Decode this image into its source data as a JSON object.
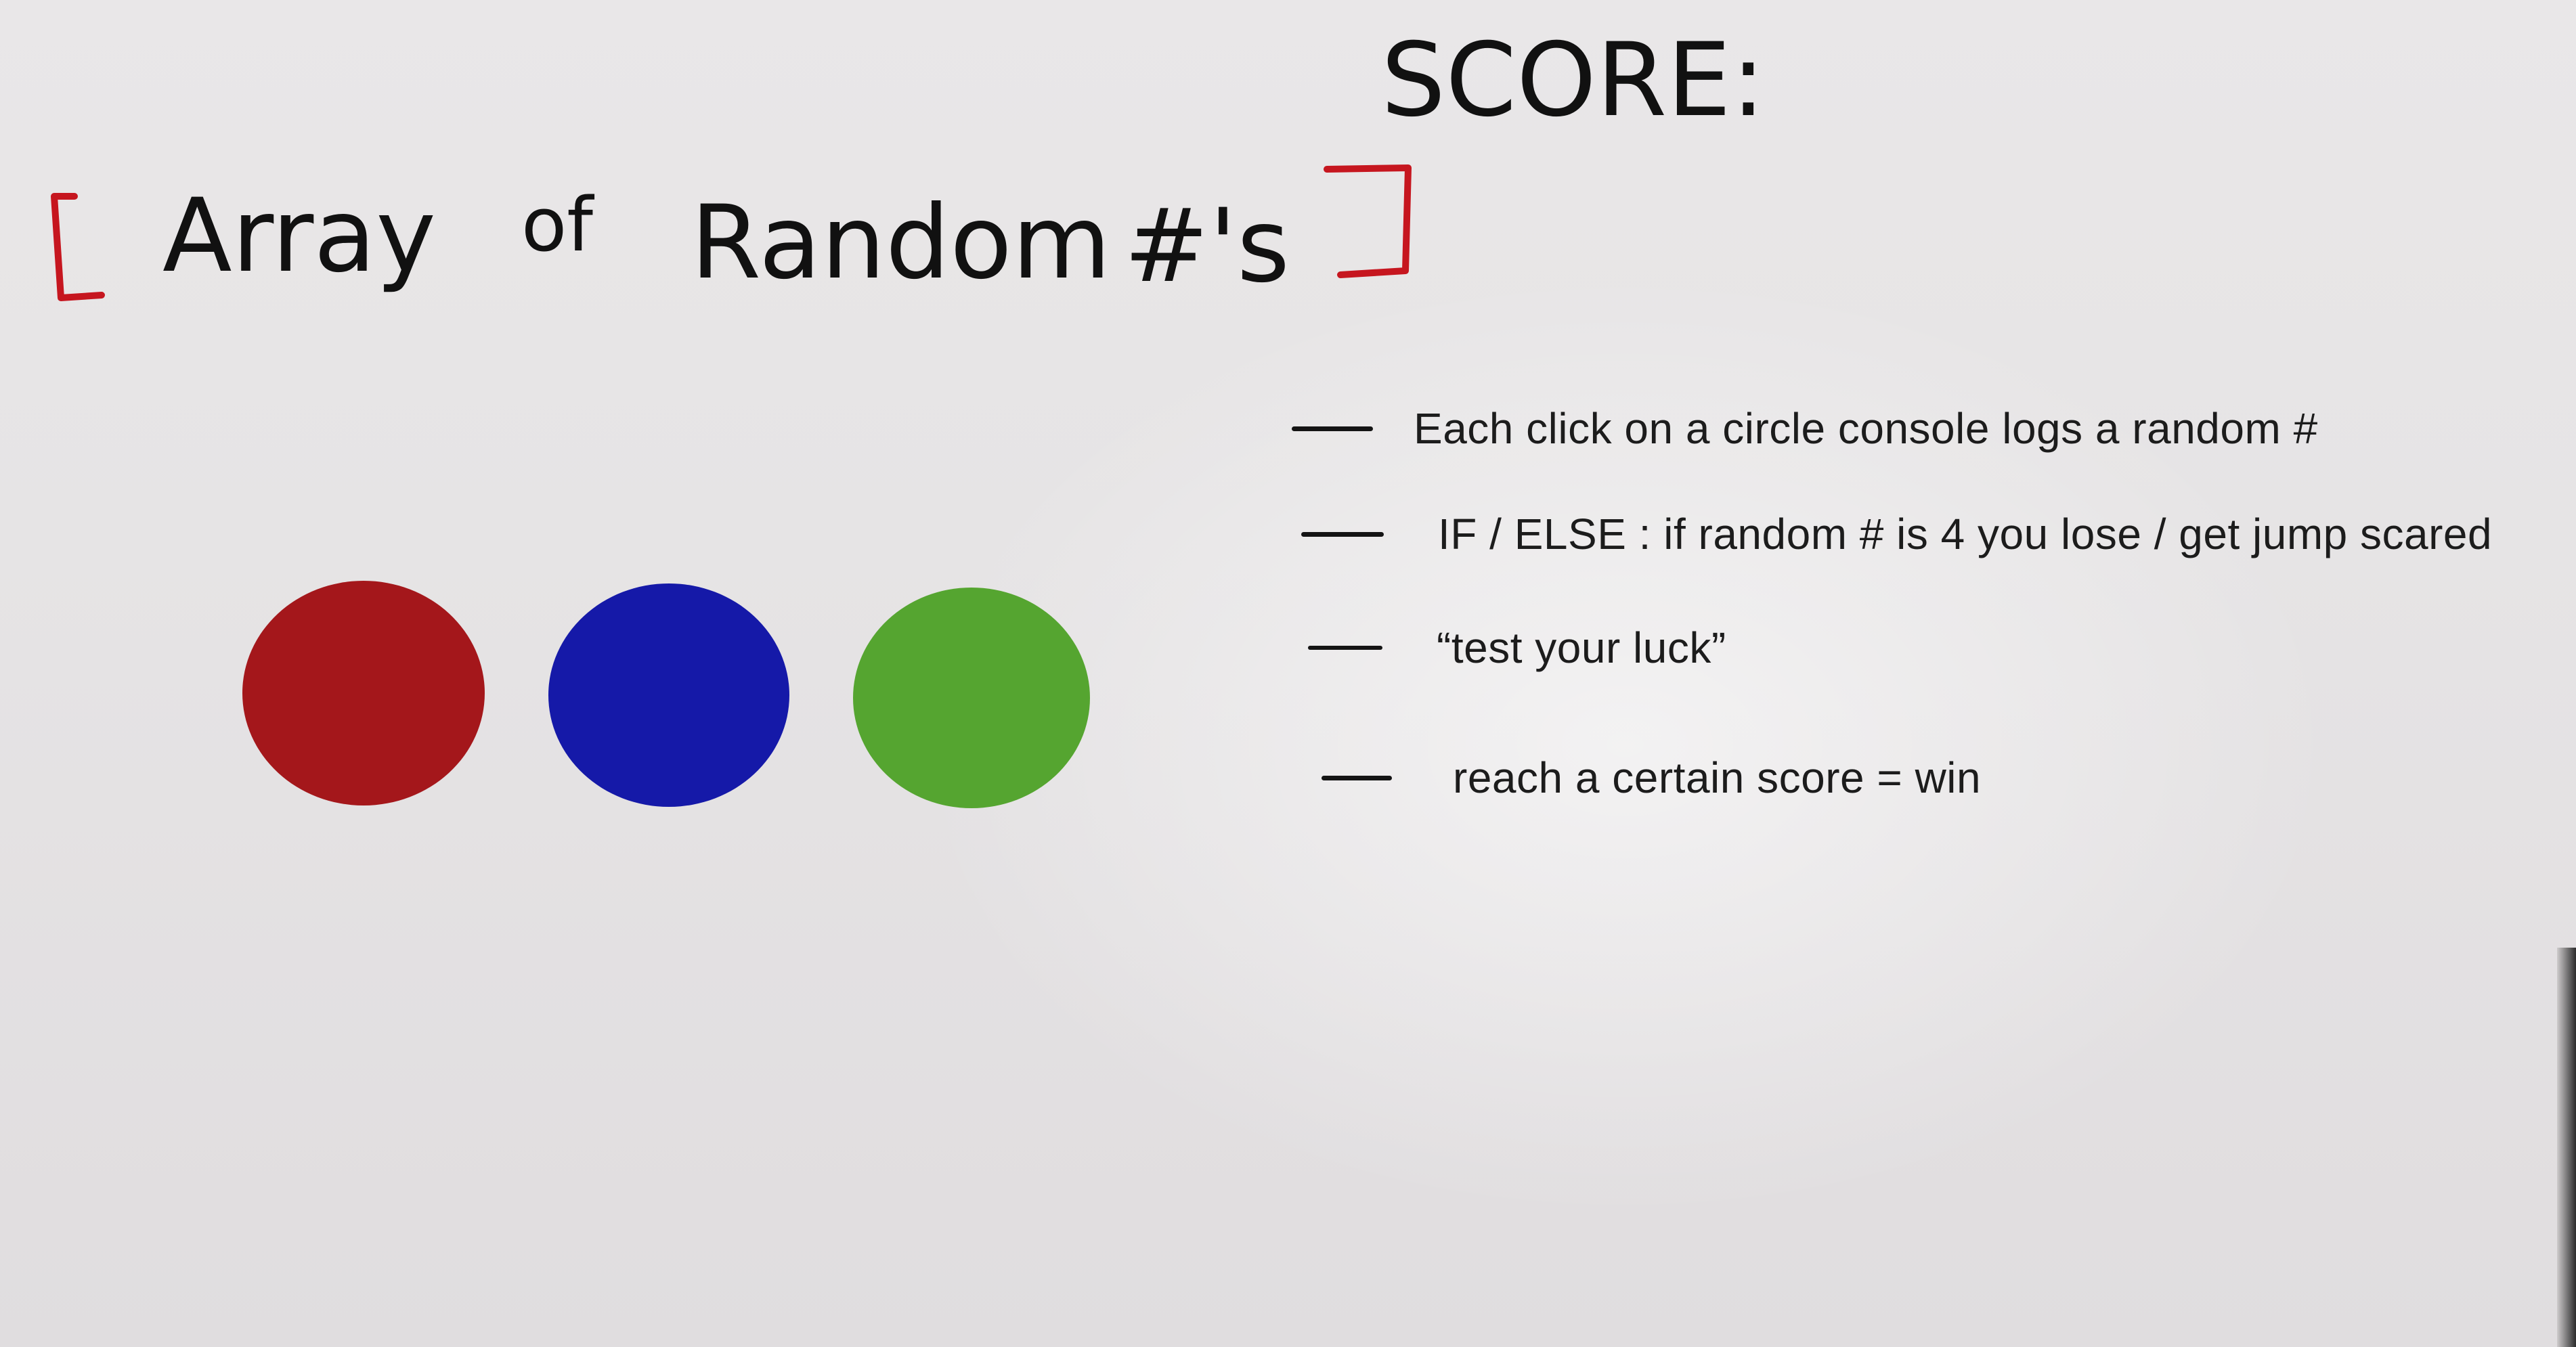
{
  "score": {
    "label": "SCORE:"
  },
  "heading": {
    "word_array": "Array",
    "word_of": "of",
    "word_random": "Random",
    "word_numbers": "#'s"
  },
  "circles": [
    {
      "name": "red",
      "color": "#a4171b"
    },
    {
      "name": "blue",
      "color": "#1519a8"
    },
    {
      "name": "green",
      "color": "#55a530"
    }
  ],
  "notes": [
    {
      "text": "Each click on a circle console logs a random #"
    },
    {
      "text": "IF / ELSE : if random # is 4 you lose / get jump scared"
    },
    {
      "text": "“test your luck”"
    },
    {
      "text": "reach a certain score = win"
    }
  ],
  "colors": {
    "bracket": "#c6161f",
    "ink": "#111111",
    "background": "#e8e6e7"
  }
}
